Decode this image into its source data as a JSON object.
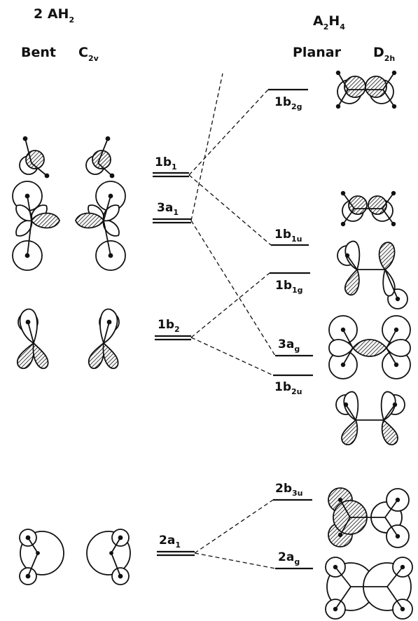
{
  "left_header": {
    "formula": {
      "main": "2 AH",
      "sub": "2"
    },
    "geometry": "Bent",
    "group": {
      "main": "C",
      "sub": "2v"
    }
  },
  "right_header": {
    "formula": {
      "parts": [
        [
          "A",
          "2"
        ],
        [
          "H",
          "4"
        ]
      ]
    },
    "geometry": "Planar",
    "group": {
      "main": "D",
      "sub": "2h"
    }
  },
  "left_levels": [
    {
      "main": "1b",
      "sub": "1"
    },
    {
      "main": "3a",
      "sub": "1"
    },
    {
      "main": "1b",
      "sub": "2"
    },
    {
      "main": "2a",
      "sub": "1"
    }
  ],
  "right_levels": [
    {
      "main": "1b",
      "sub": "2g"
    },
    {
      "main": "1b",
      "sub": "1u"
    },
    {
      "main": "1b",
      "sub": "1g"
    },
    {
      "main": "3a",
      "sub": "g"
    },
    {
      "main": "1b",
      "sub": "2u"
    },
    {
      "main": "2b",
      "sub": "3u"
    },
    {
      "main": "2a",
      "sub": "g"
    }
  ]
}
